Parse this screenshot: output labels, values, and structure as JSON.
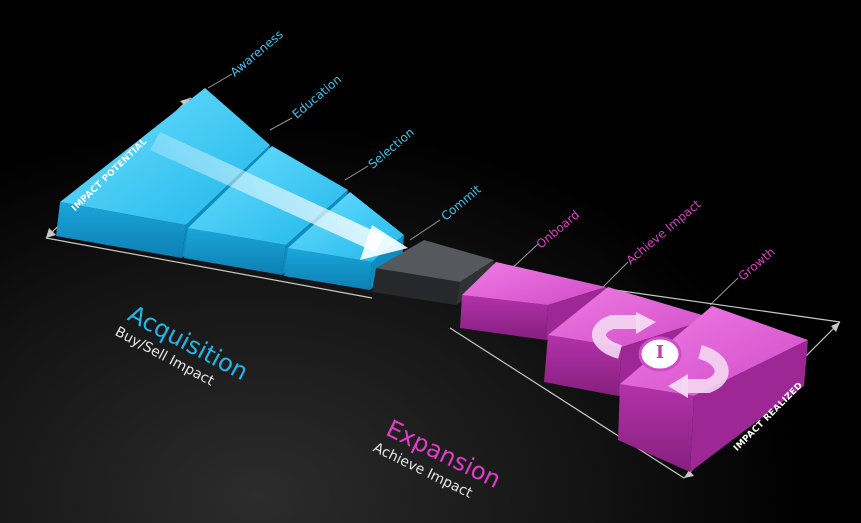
{
  "stages": {
    "awareness": "Awareness",
    "education": "Education",
    "selection": "Selection",
    "commit": "Commit",
    "onboard": "Onboard",
    "achieve_impact": "Achieve Impact",
    "growth": "Growth"
  },
  "sections": {
    "acquisition": {
      "title": "Acquisition",
      "subtitle": "Buy/Sell Impact"
    },
    "expansion": {
      "title": "Expansion",
      "subtitle": "Achieve Impact"
    }
  },
  "axes": {
    "left": "IMPACT POTENTIAL",
    "right": "IMPACT REALIZED"
  },
  "center_symbol": "I",
  "colors": {
    "acquisition": "#29c4ef",
    "commit": "#4a4d52",
    "expansion": "#d44fc9"
  }
}
